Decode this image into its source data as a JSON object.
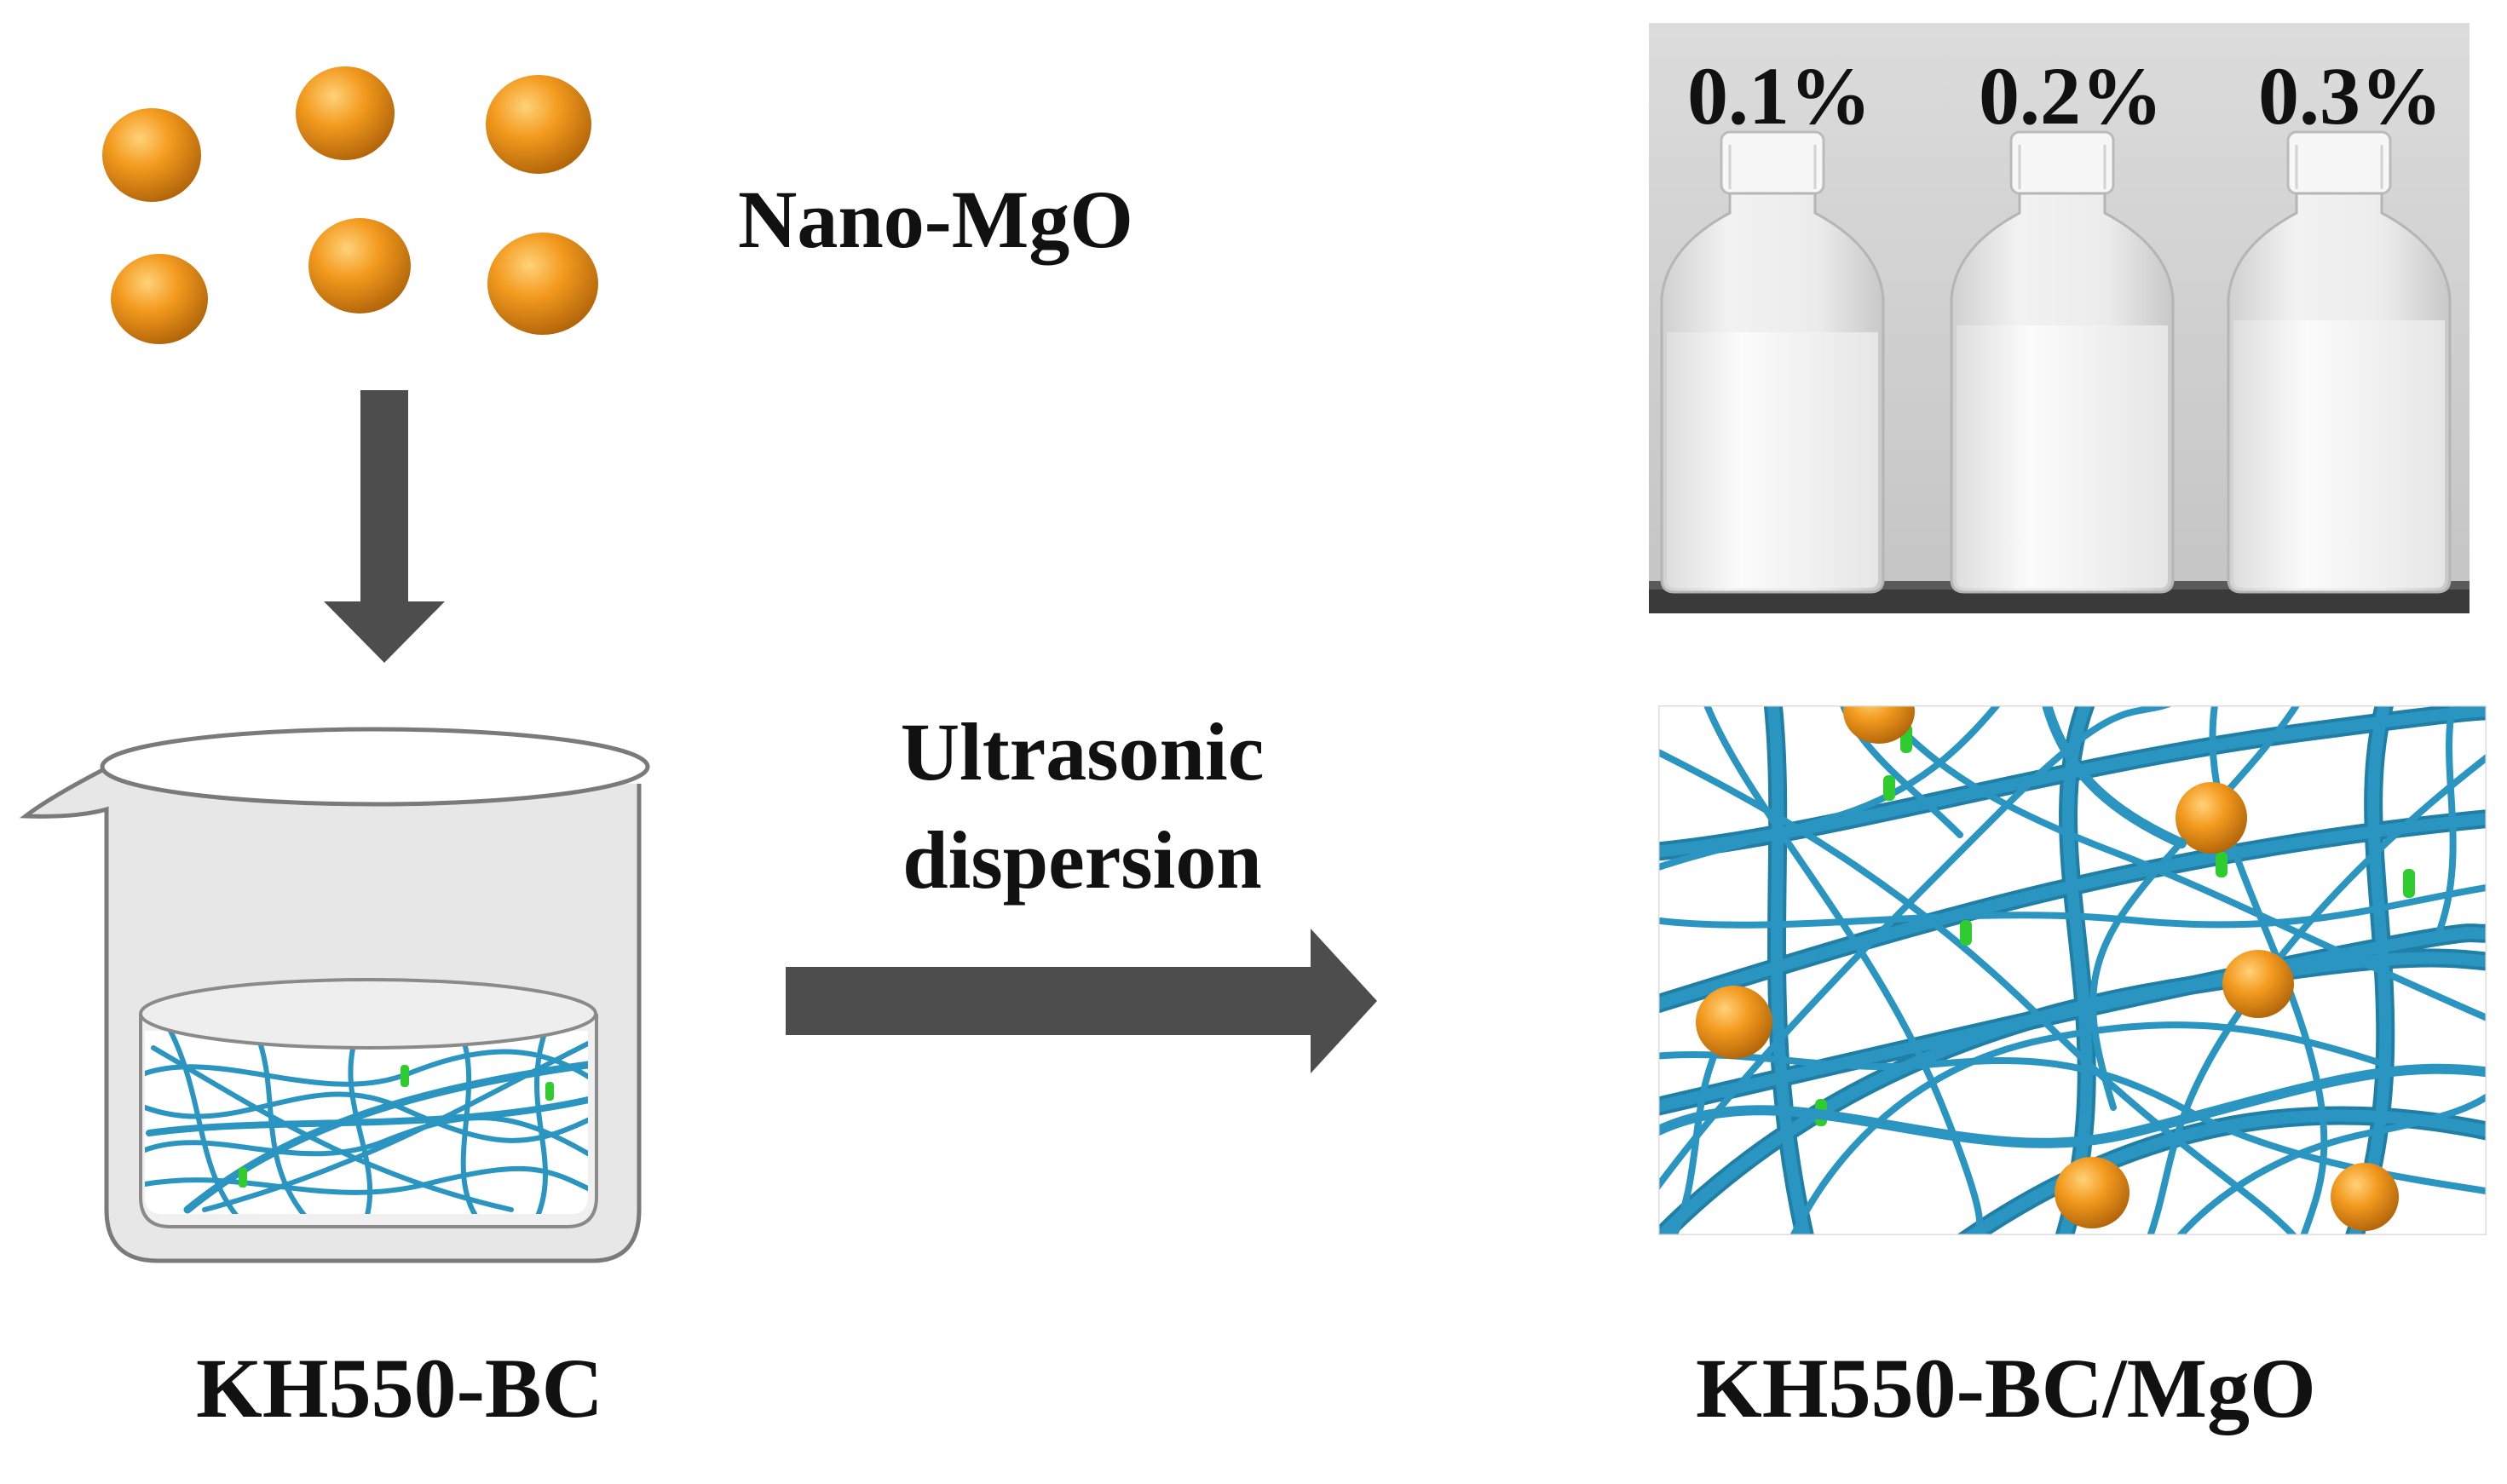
{
  "labels": {
    "nano": "Nano-MgO",
    "process": "Ultrasonic dispersion",
    "left_product": "KH550-BC",
    "right_product": "KH550-BC/MgO"
  },
  "photo": {
    "concentrations": [
      "0.1%",
      "0.2%",
      "0.3%"
    ]
  },
  "colors": {
    "particle": "#f39a1e",
    "fiber": "#2a95c0",
    "arrow": "#4d4d4d",
    "linker": "#2ecc2e"
  },
  "icons": {
    "particle": "orange-sphere",
    "vessel": "beaker",
    "arrow_down": "down-arrow",
    "arrow_right": "right-arrow"
  }
}
